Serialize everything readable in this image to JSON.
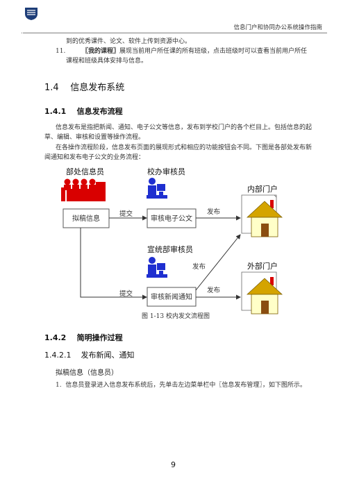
{
  "header": {
    "title": "信息门户和协同办公系统操作指南",
    "dot": "."
  },
  "intro": {
    "line1": "到的优秀课件、论文、软件上传到资源中心。",
    "item_num": "11.",
    "item_bold": "〖我的课程〗",
    "item_text1": "展现当前用户所任课的所有班级，点击班级时可以查看当前用户所任",
    "item_text2": "课程和班级具体安排与信息。"
  },
  "section_1_4": {
    "num": "1.4",
    "title": "信息发布系统"
  },
  "section_1_4_1": {
    "num": "1.4.1",
    "title": "信息发布流程",
    "para1_line1": "信息发布是指把新闻、通知、电子公文等信息，发布到学校门户的各个栏目上。包括信息的起",
    "para1_line2": "草、编辑、审核和设置等操作流程。",
    "para2_line1": "在各操作流程阶段，信息发布页面的展现形式和相应的功能按钮会不同。下图是各部处发布新",
    "para2_line2": "闻通知和发布电子公文的业务流程："
  },
  "diagram": {
    "label_dept": "部处信息员",
    "label_school": "校办审核员",
    "label_propaganda": "宣统部审核员",
    "label_internal": "内部门户",
    "label_external": "外部门户",
    "box_draft": "拟稿信息",
    "box_review_doc": "审核电子公文",
    "box_review_news": "审核新闻通知",
    "edge_submit1": "提交",
    "edge_submit2": "提交",
    "edge_publish1": "发布",
    "edge_publish2": "发布",
    "edge_publish3": "发布",
    "caption": "图 1-13   校内发文流程图",
    "colors": {
      "red": "#d90000",
      "blue": "#1f2fd0",
      "house_wall": "#ffffc8",
      "house_roof": "#d4a400",
      "door": "#8a4d10"
    }
  },
  "section_1_4_2": {
    "num": "1.4.2",
    "title": "简明操作过程"
  },
  "section_1_4_2_1": {
    "num": "1.4.2.1",
    "title": "发布新闻、通知"
  },
  "step": {
    "subtitle": "拟稿信息（信息员）",
    "num": "1.",
    "text": "信息员登录进入信息发布系统后，先单击左边菜单栏中〖信息发布管理〗，如下图所示。"
  },
  "footer": {
    "page": "9"
  }
}
